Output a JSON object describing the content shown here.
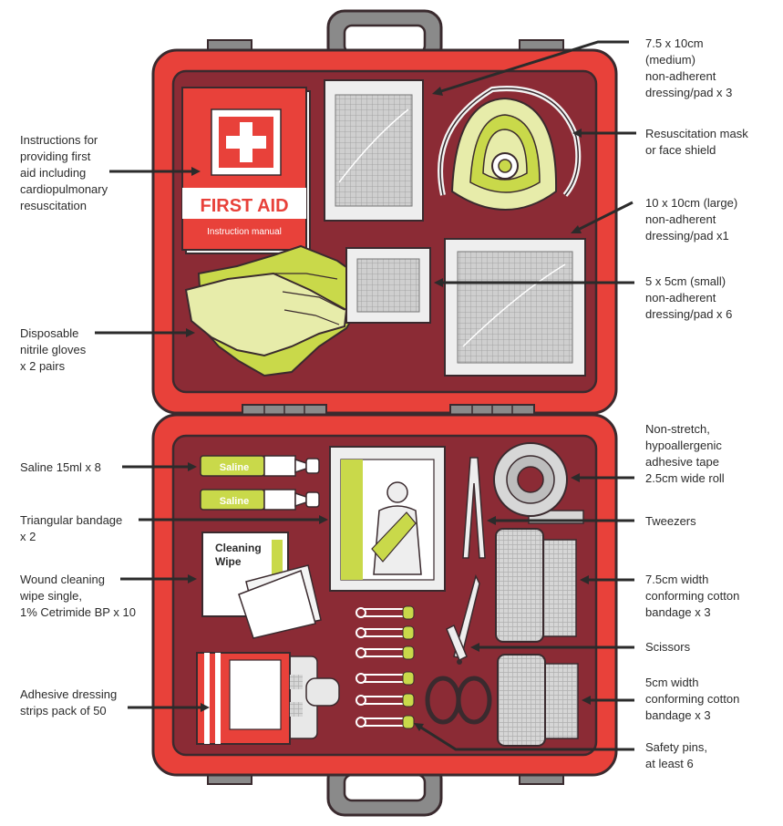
{
  "manual": {
    "title": "FIRST AID",
    "subtitle": "Instruction manual"
  },
  "items": {
    "saline_label": "Saline",
    "wipe_label_line1": "Cleaning",
    "wipe_label_line2": "Wipe"
  },
  "labels_left": [
    {
      "id": "instructions",
      "text": "Instructions for\nproviding first\naid including\ncardiopulmonary\nresuscitation"
    },
    {
      "id": "gloves",
      "text": "Disposable\nnitrile gloves\nx 2 pairs"
    },
    {
      "id": "saline",
      "text": "Saline 15ml x 8"
    },
    {
      "id": "triangular",
      "text": "Triangular bandage\nx 2"
    },
    {
      "id": "wipe",
      "text": "Wound cleaning\nwipe single,\n1% Cetrimide BP x 10"
    },
    {
      "id": "strips",
      "text": "Adhesive dressing\nstrips pack of 50"
    }
  ],
  "labels_right": [
    {
      "id": "dressing-medium",
      "text": "7.5 x 10cm\n(medium)\nnon-adherent\ndressing/pad x 3"
    },
    {
      "id": "mask",
      "text": "Resuscitation mask\nor face shield"
    },
    {
      "id": "dressing-large",
      "text": "10 x 10cm (large)\nnon-adherent\ndressing/pad x1"
    },
    {
      "id": "dressing-small",
      "text": "5 x 5cm (small)\nnon-adherent\ndressing/pad x 6"
    },
    {
      "id": "tape",
      "text": "Non-stretch,\nhypoallergenic\nadhesive tape\n2.5cm wide roll"
    },
    {
      "id": "tweezers",
      "text": "Tweezers"
    },
    {
      "id": "bandage-75",
      "text": "7.5cm width\nconforming cotton\nbandage x 3"
    },
    {
      "id": "scissors",
      "text": "Scissors"
    },
    {
      "id": "bandage-5",
      "text": "5cm width\nconforming cotton\nbandage x 3"
    },
    {
      "id": "pins",
      "text": "Safety pins,\nat least 6"
    }
  ],
  "colors": {
    "case_red": "#e8413a",
    "case_dark": "#8b2b35",
    "outline": "#3a2a2e",
    "lime": "#c9d94a",
    "pale_lime": "#e7ecaa",
    "gray": "#8a8a8a",
    "gauze": "#d7d7d7"
  }
}
